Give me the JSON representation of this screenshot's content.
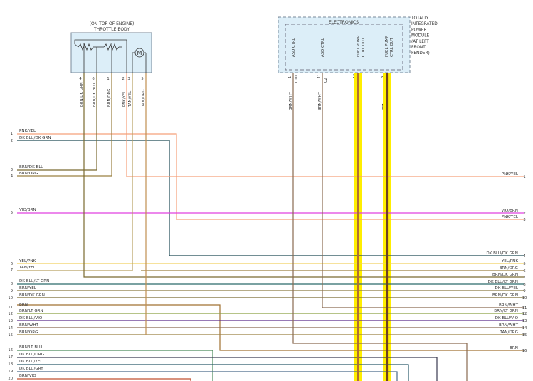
{
  "throttle_body": {
    "title_line1": "(ON TOP OF ENGINE)",
    "title_line2": "THROTTLE BODY",
    "motor_label": "M",
    "pins": [
      {
        "num": "4",
        "wire": "BRN/DK GRN"
      },
      {
        "num": "6",
        "wire": "BRN/DK BLU"
      },
      {
        "num": "1",
        "wire": "BRN/ORG"
      },
      {
        "num": "2",
        "wire": "PNK/YEL"
      },
      {
        "num": "3",
        "wire": "TAN/YEL"
      },
      {
        "num": "5",
        "wire": "TAN/ORG"
      }
    ]
  },
  "tipm": {
    "title_lines": [
      "TOTALLY",
      "INTEGRATED",
      "POWER",
      "MODULE",
      "(AT LEFT",
      "FRONT",
      "FENDER)"
    ],
    "electronics_label": "ELECTRONICS",
    "outputs": [
      {
        "label1": "ASD CTRL",
        "label2": "",
        "pin": "1",
        "conn": "C10",
        "wire": "BRN/WHT"
      },
      {
        "label1": "ASD CTRL",
        "label2": "",
        "pin": "11",
        "conn": "C2",
        "wire": "BRN/WHT"
      },
      {
        "label1": "FUEL PUMP",
        "label2": "CTRL OUT",
        "pin": "10",
        "conn": "C10",
        "wire": "ORG/RED"
      },
      {
        "label1": "FUEL PUMP",
        "label2": "CTRL OUT",
        "pin": "9",
        "conn": "C1",
        "wire": "BRN"
      }
    ]
  },
  "left_pins": [
    {
      "num": "1",
      "wire": "PNK/YEL"
    },
    {
      "num": "2",
      "wire": "DK BLU/DK GRN"
    },
    {
      "num": "3",
      "wire": "BRN/DK BLU"
    },
    {
      "num": "4",
      "wire": "BRN/ORG"
    },
    {
      "num": "5",
      "wire": "VIO/BRN"
    },
    {
      "num": "6",
      "wire": "YEL/PNK"
    },
    {
      "num": "7",
      "wire": "TAN/YEL"
    },
    {
      "num": "8",
      "wire": "DK BLU/LT GRN"
    },
    {
      "num": "9",
      "wire": "BRN/YEL"
    },
    {
      "num": "10",
      "wire": "BRN/DK GRN"
    },
    {
      "num": "11",
      "wire": "BRN"
    },
    {
      "num": "12",
      "wire": "BRN/LT GRN"
    },
    {
      "num": "13",
      "wire": "DK BLU/VIO"
    },
    {
      "num": "14",
      "wire": "BRN/WHT"
    },
    {
      "num": "15",
      "wire": "BRN/ORG"
    },
    {
      "num": "16",
      "wire": "BRN/LT BLU"
    },
    {
      "num": "17",
      "wire": "DK BLU/ORG"
    },
    {
      "num": "18",
      "wire": "DK BLU/YEL"
    },
    {
      "num": "19",
      "wire": "DK BLU/GRY"
    },
    {
      "num": "20",
      "wire": "BRN/VIO"
    }
  ],
  "right_pins": [
    {
      "num": "1",
      "wire": "PNK/YEL"
    },
    {
      "num": "2",
      "wire": "VIO/BRN"
    },
    {
      "num": "3",
      "wire": "PNK/YEL"
    },
    {
      "num": "4",
      "wire": "DK BLU/DK GRN"
    },
    {
      "num": "5",
      "wire": "YEL/PNK"
    },
    {
      "num": "6",
      "wire": "BRN/ORG"
    },
    {
      "num": "7",
      "wire": "BRN/DK GRN"
    },
    {
      "num": "8",
      "wire": "DK BLU/LT GRN"
    },
    {
      "num": "9",
      "wire": "DK BLU/YEL"
    },
    {
      "num": "10",
      "wire": "BRN/DK GRN"
    },
    {
      "num": "11",
      "wire": "BRN/WHT"
    },
    {
      "num": "12",
      "wire": "BRN/LT GRN"
    },
    {
      "num": "13",
      "wire": "DK BLU/VIO"
    },
    {
      "num": "14",
      "wire": "BRN/WHT"
    },
    {
      "num": "15",
      "wire": "TAN/ORG"
    },
    {
      "num": "16",
      "wire": "BRN"
    }
  ],
  "colors": {
    "pnk_yel": "#f5a07a",
    "dk_blu_dk_grn": "#1f4a55",
    "brn_dk_blu": "#7a6a30",
    "brn_org": "#9a8040",
    "vio_brn": "#e040e0",
    "yel_pnk": "#f0d060",
    "tan_yel": "#b8a060",
    "dk_blu_lt_grn": "#2a6a6a",
    "brn_yel": "#8a7a40",
    "brn_dk_grn": "#7a6a30",
    "brn": "#a07030",
    "brn_lt_grn": "#8aa040",
    "dk_blu_vio": "#5a2a8a",
    "brn_wht": "#8a6a50",
    "tan_org": "#c09050",
    "brn_lt_blu": "#4a8a5a",
    "dk_blu_org": "#3a3a50",
    "dk_blu_yel": "#2a5a6a",
    "dk_blu_gry": "#4a6a8a",
    "brn_vio": "#c05030",
    "highlight": "#ffee00",
    "module_fill": "#dceef8",
    "module_border": "#7a8a9a"
  }
}
